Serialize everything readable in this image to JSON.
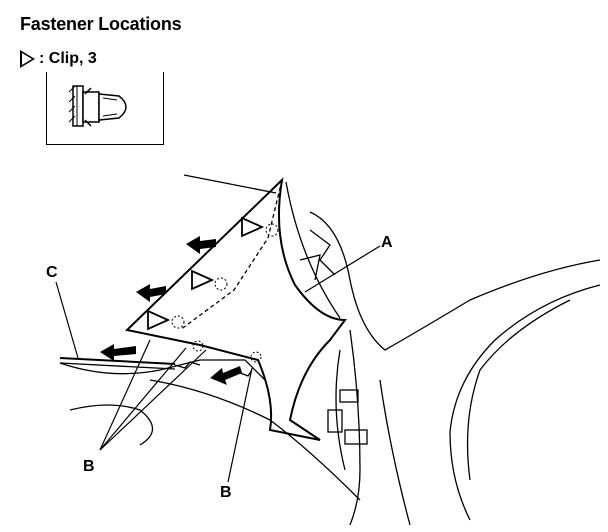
{
  "header": {
    "title": "Fastener Locations",
    "legend_text": ": Clip, 3",
    "legend_icon": "triangle-outline-icon"
  },
  "callouts": {
    "a": "A",
    "b1": "B",
    "b2": "B",
    "c": "C"
  }
}
